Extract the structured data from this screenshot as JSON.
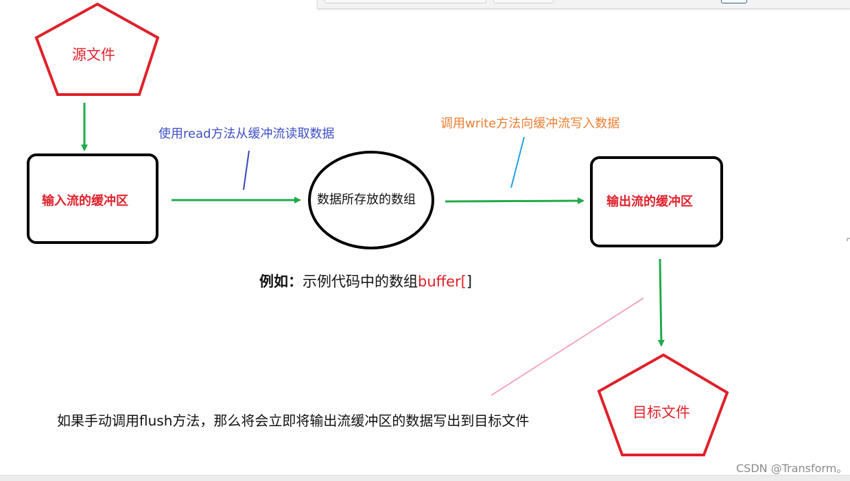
{
  "nodes": {
    "source": "源文件",
    "input_buffer": "输入流的缓冲区",
    "array": "数据所存放的数组",
    "output_buffer": "输出流的缓冲区",
    "target": "目标文件"
  },
  "notes": {
    "read": "使用read方法从缓冲流读取数据",
    "write": "调用write方法向缓冲流写入数据",
    "example_bold": "例如：",
    "example_text": "示例代码中的数组",
    "example_red": "buffer[",
    "example_tail": "]",
    "flush": "如果手动调用flush方法，那么将会立即将输出流缓冲区的数据写出到目标文件"
  },
  "watermark": "CSDN @Transform。",
  "colors": {
    "pentagon_stroke": "#e0202a",
    "box_stroke": "#000000",
    "flow_arrow": "#22a94a",
    "read_pointer": "#3545b8",
    "write_pointer": "#1aa3e8",
    "flush_pointer": "#f4a7c0"
  }
}
